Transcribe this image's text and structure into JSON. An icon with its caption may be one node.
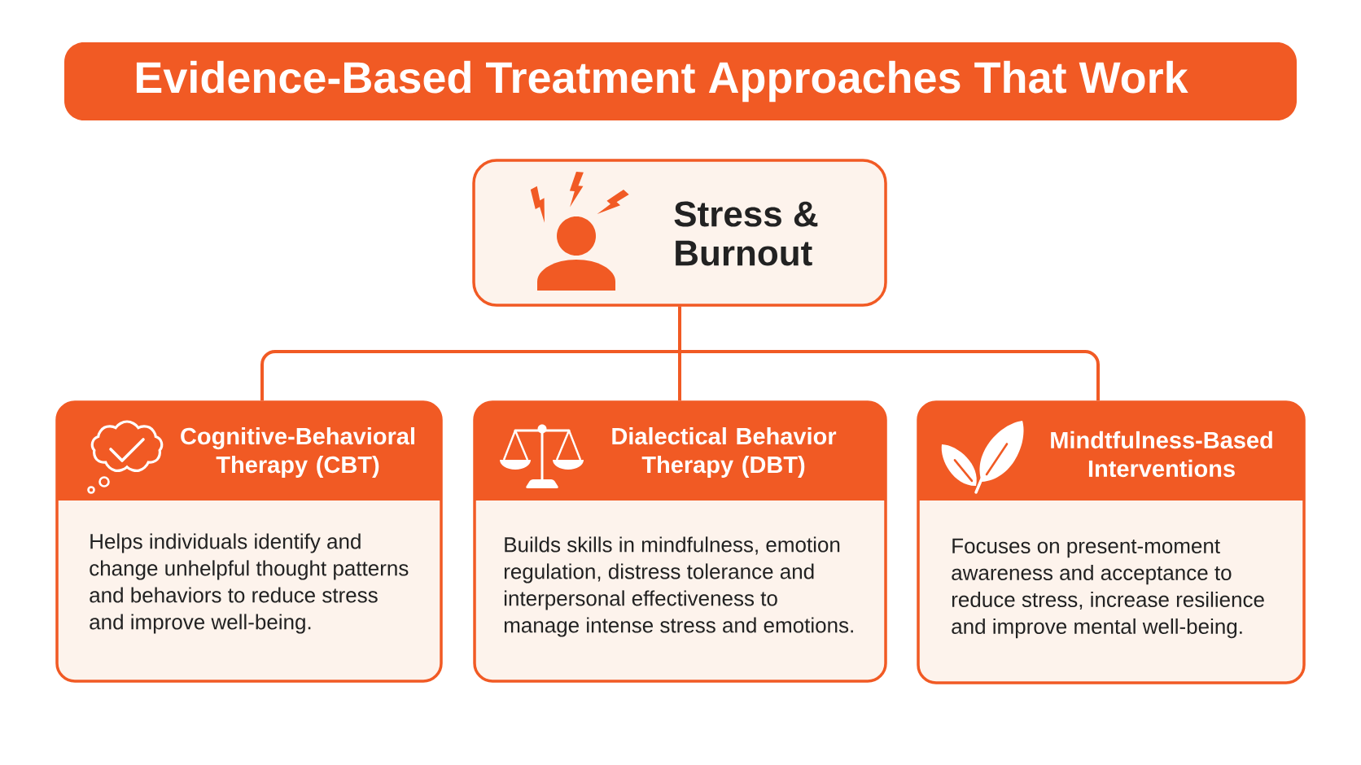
{
  "diagram": {
    "title": "Evidence-Based Treatment Approaches That Work",
    "nodes": [
      {
        "text": [
          "Stress & Burnout"
        ]
      },
      {
        "text": [
          "Cognitive-Behavioral Therapy (CBT)",
          "Helps individuals identify and change unhelpful thought patterns and behaviors to reduce stress and improve well-being."
        ]
      },
      {
        "text": [
          "Dialectical Behavior Therapy (DBT)",
          "Builds skills in mindfulness, emotion regulation, distress tolerance and interpersonal effectiveness to manage intense stress and emotions."
        ]
      },
      {
        "text": [
          "Mindtfulness-Based Interventions",
          "Focuses on present-moment awareness and acceptance to reduce stress, increase resilience and improve mental well-being."
        ]
      }
    ],
    "edges": [
      {
        "from": 0,
        "to": 1,
        "arrow": "none"
      },
      {
        "from": 0,
        "to": 2,
        "arrow": "none"
      },
      {
        "from": 0,
        "to": 3,
        "arrow": "none"
      }
    ]
  }
}
